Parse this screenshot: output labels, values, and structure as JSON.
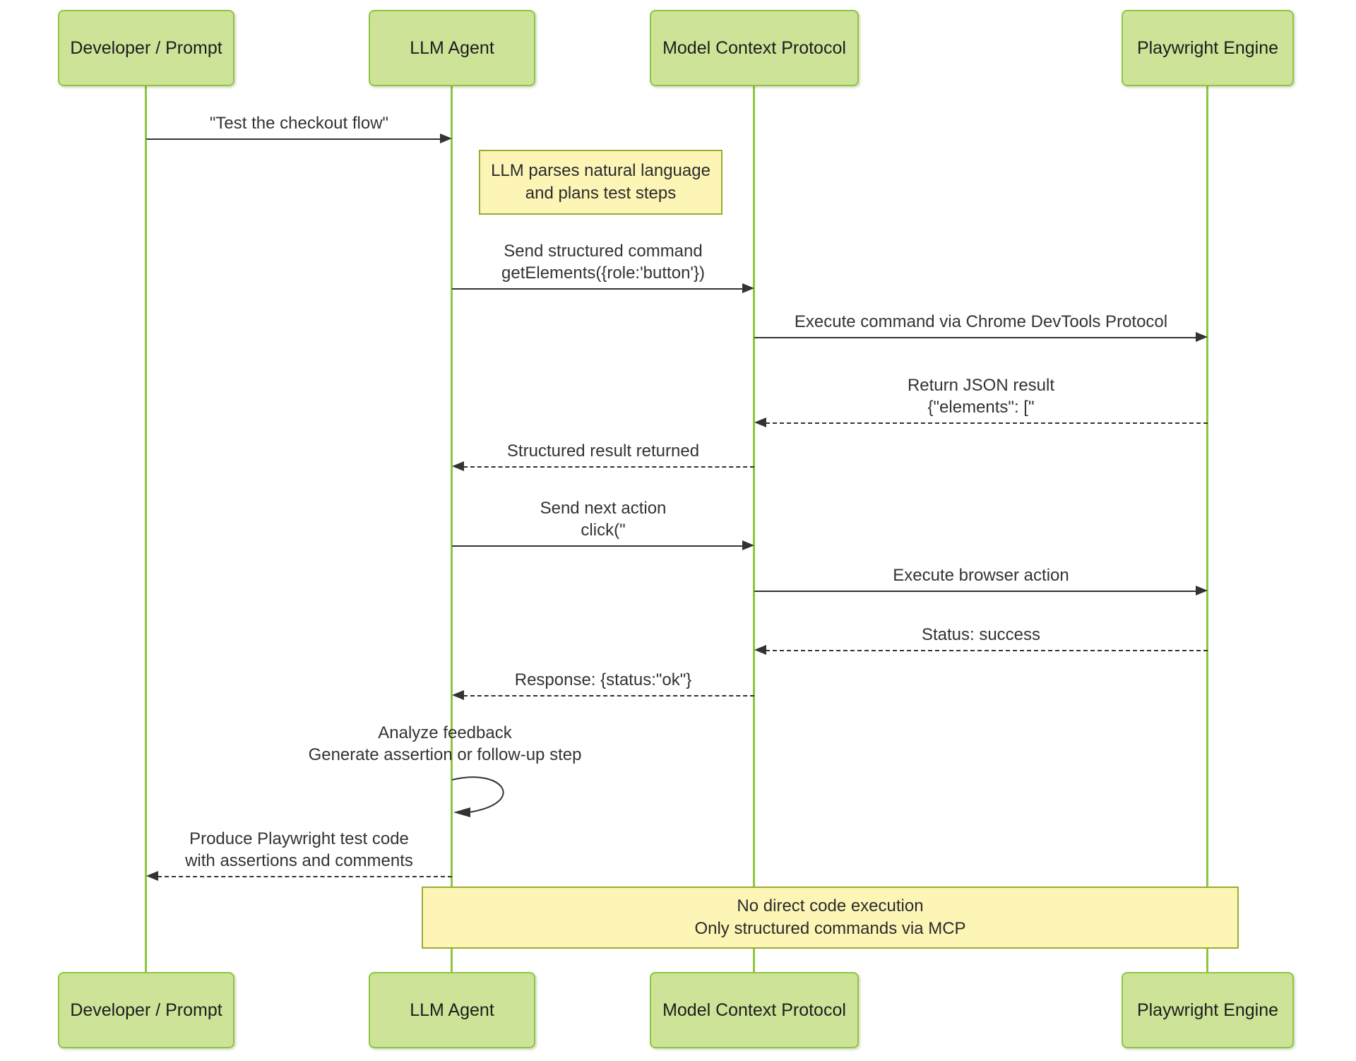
{
  "diagram_type": "sequence-diagram",
  "colors": {
    "actor_fill": "#cde498",
    "actor_border": "#8dc63f",
    "lifeline": "#8dc63f",
    "note_fill": "#fdf5b5",
    "note_border": "#9aad2f",
    "message_line": "#333333",
    "text": "#333333"
  },
  "actors": [
    {
      "id": "developer",
      "label": "Developer / Prompt"
    },
    {
      "id": "llm-agent",
      "label": "LLM Agent"
    },
    {
      "id": "mcp",
      "label": "Model Context Protocol"
    },
    {
      "id": "playwright",
      "label": "Playwright Engine"
    }
  ],
  "messages": [
    {
      "from": "developer",
      "to": "llm-agent",
      "style": "solid",
      "lines": [
        "\"Test the checkout flow\""
      ]
    },
    {
      "from": "llm-agent",
      "to": "mcp",
      "style": "solid",
      "lines": [
        "Send structured command",
        "getElements({role:'button'})"
      ]
    },
    {
      "from": "mcp",
      "to": "playwright",
      "style": "solid",
      "lines": [
        "Execute command via Chrome DevTools Protocol"
      ]
    },
    {
      "from": "playwright",
      "to": "mcp",
      "style": "dashed",
      "lines": [
        "Return JSON result",
        "{\"elements\": [\""
      ]
    },
    {
      "from": "mcp",
      "to": "llm-agent",
      "style": "dashed",
      "lines": [
        "Structured result returned"
      ]
    },
    {
      "from": "llm-agent",
      "to": "mcp",
      "style": "solid",
      "lines": [
        "Send next action",
        "click(\""
      ]
    },
    {
      "from": "mcp",
      "to": "playwright",
      "style": "solid",
      "lines": [
        "Execute browser action"
      ]
    },
    {
      "from": "playwright",
      "to": "mcp",
      "style": "dashed",
      "lines": [
        "Status: success"
      ]
    },
    {
      "from": "mcp",
      "to": "llm-agent",
      "style": "dashed",
      "lines": [
        "Response: {status:\"ok\"}"
      ]
    },
    {
      "from": "llm-agent",
      "to": "llm-agent",
      "style": "self",
      "lines": [
        "Analyze feedback",
        "Generate assertion or follow-up step"
      ]
    },
    {
      "from": "llm-agent",
      "to": "developer",
      "style": "dashed",
      "lines": [
        "Produce Playwright test code",
        "with assertions and comments"
      ]
    }
  ],
  "notes": [
    {
      "over": "llm-agent",
      "lines": [
        "LLM parses natural language",
        "and plans test steps"
      ]
    },
    {
      "over": "llm-agent,playwright",
      "lines": [
        "No direct code execution",
        "Only structured commands via MCP"
      ]
    }
  ]
}
